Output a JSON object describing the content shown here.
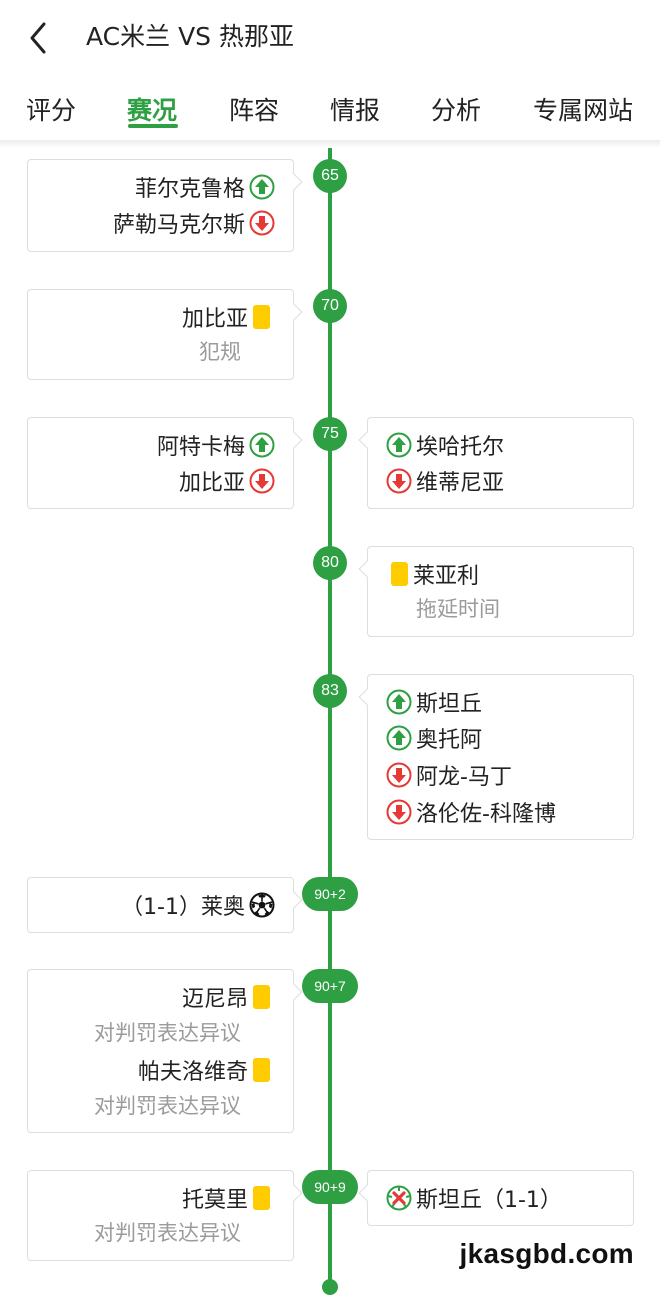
{
  "header": {
    "back_icon": "chevron-left-icon",
    "title": "AC米兰 VS 热那亚"
  },
  "tabs": [
    {
      "label": "评分",
      "active": false
    },
    {
      "label": "赛况",
      "active": true
    },
    {
      "label": "阵容",
      "active": false
    },
    {
      "label": "情报",
      "active": false
    },
    {
      "label": "分析",
      "active": false
    },
    {
      "label": "专属网站",
      "active": false
    }
  ],
  "colors": {
    "accent": "#2ea043",
    "yellow_card": "#ffcc00",
    "sub_out": "#e53935"
  },
  "events": [
    {
      "minute": "65",
      "left": [
        {
          "text": "菲尔克鲁格",
          "icon": "sub-in-icon"
        },
        {
          "text": "萨勒马克尔斯",
          "icon": "sub-out-icon"
        }
      ],
      "right": []
    },
    {
      "minute": "70",
      "left": [
        {
          "text": "加比亚",
          "icon": "yellow-card-icon"
        },
        {
          "text": "犯规",
          "icon": ""
        }
      ],
      "right": []
    },
    {
      "minute": "75",
      "left": [
        {
          "text": "阿特卡梅",
          "icon": "sub-in-icon"
        },
        {
          "text": "加比亚",
          "icon": "sub-out-icon"
        }
      ],
      "right": [
        {
          "text": "埃哈托尔",
          "icon": "sub-in-icon"
        },
        {
          "text": "维蒂尼亚",
          "icon": "sub-out-icon"
        }
      ]
    },
    {
      "minute": "80",
      "left": [],
      "right": [
        {
          "text": "莱亚利",
          "icon": "yellow-card-icon"
        },
        {
          "text": "拖延时间",
          "icon": ""
        }
      ]
    },
    {
      "minute": "83",
      "left": [],
      "right": [
        {
          "text": "斯坦丘",
          "icon": "sub-in-icon"
        },
        {
          "text": "奥托阿",
          "icon": "sub-in-icon"
        },
        {
          "text": "阿龙-马丁",
          "icon": "sub-out-icon"
        },
        {
          "text": "洛伦佐-科隆博",
          "icon": "sub-out-icon"
        }
      ]
    },
    {
      "minute": "90+2",
      "left": [
        {
          "text": "（1-1）莱奥",
          "icon": "soccer-ball-icon"
        }
      ],
      "right": []
    },
    {
      "minute": "90+7",
      "left": [
        {
          "text": "迈尼昂",
          "icon": "yellow-card-icon"
        },
        {
          "text": "对判罚表达异议",
          "icon": ""
        },
        {
          "text": "帕夫洛维奇",
          "icon": "yellow-card-icon"
        },
        {
          "text": "对判罚表达异议",
          "icon": ""
        }
      ],
      "right": []
    },
    {
      "minute": "90+9",
      "left": [
        {
          "text": "托莫里",
          "icon": "yellow-card-icon"
        },
        {
          "text": "对判罚表达异议",
          "icon": ""
        }
      ],
      "right": [
        {
          "text": "斯坦丘（1-1）",
          "icon": "missed-penalty-icon"
        }
      ]
    }
  ],
  "watermark": "jkasgbd.com"
}
